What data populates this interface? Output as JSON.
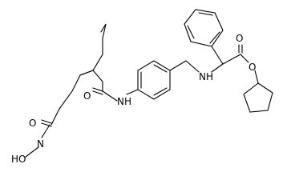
{
  "molecule": {
    "atom_labels": {
      "hydroxylamine_ho": "HO",
      "hydroxylamine_n": "N",
      "hydroxamide_o": "O",
      "amide_o": "O",
      "amide_nh": "NH",
      "amine_nh": "NH",
      "ester_carbonyl_o": "O",
      "ester_o": "O"
    }
  }
}
